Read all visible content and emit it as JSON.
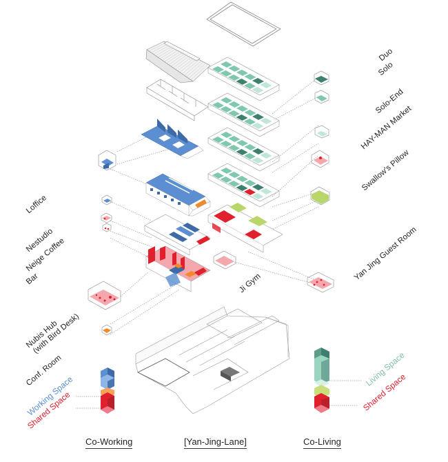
{
  "title": "Yan-Jing-Lane exploded axonometric",
  "colors": {
    "living_dark": "#3f7f70",
    "living": "#7fc8ad",
    "living_light": "#bfe6d6",
    "working_dark": "#3e6aa8",
    "working": "#5b8fd1",
    "working_light": "#8db5e6",
    "shared": "#e0202d",
    "shared_light": "#f4a7ad",
    "shared_pink": "#f07a88",
    "accent_orange": "#f08a2a",
    "accent_lime": "#b9d66a",
    "line": "#888888",
    "text": "#222222",
    "living_text": "#7fbfa6",
    "working_text": "#5b8fd1",
    "shared_text": "#e0202d"
  },
  "labels_left": [
    {
      "id": "loffice",
      "text": "Loffice"
    },
    {
      "id": "nestudio",
      "text": "Nestudio"
    },
    {
      "id": "neige-coffee",
      "text": "Neige Coffee"
    },
    {
      "id": "bar",
      "text": "Bar"
    },
    {
      "id": "nubis-hub",
      "text": "Nubis Hub"
    },
    {
      "id": "bird-desk",
      "text": "(with Bird Desk)"
    },
    {
      "id": "conf-room",
      "text": "Conf. Room"
    }
  ],
  "labels_right": [
    {
      "id": "duo",
      "text": "Duo"
    },
    {
      "id": "solo",
      "text": "Solo"
    },
    {
      "id": "solo-end",
      "text": "Solo-End"
    },
    {
      "id": "hayman-market",
      "text": "HAY-MAN Market"
    },
    {
      "id": "swallows-pillow",
      "text": "Swallow's Pillow"
    },
    {
      "id": "yan-jing-guest-room",
      "text": "Yan Jing Guest Room"
    },
    {
      "id": "ji-gym",
      "text": "Ji Gym"
    }
  ],
  "legend": {
    "coworking": {
      "working": "Working Space",
      "shared": "Shared Space"
    },
    "coliving": {
      "living": "Living Space",
      "shared": "Shared Space"
    }
  },
  "bottom": {
    "coworking": "Co-Working",
    "lane": "[Yan-Jing-Lane]",
    "coliving": "Co-Living"
  }
}
